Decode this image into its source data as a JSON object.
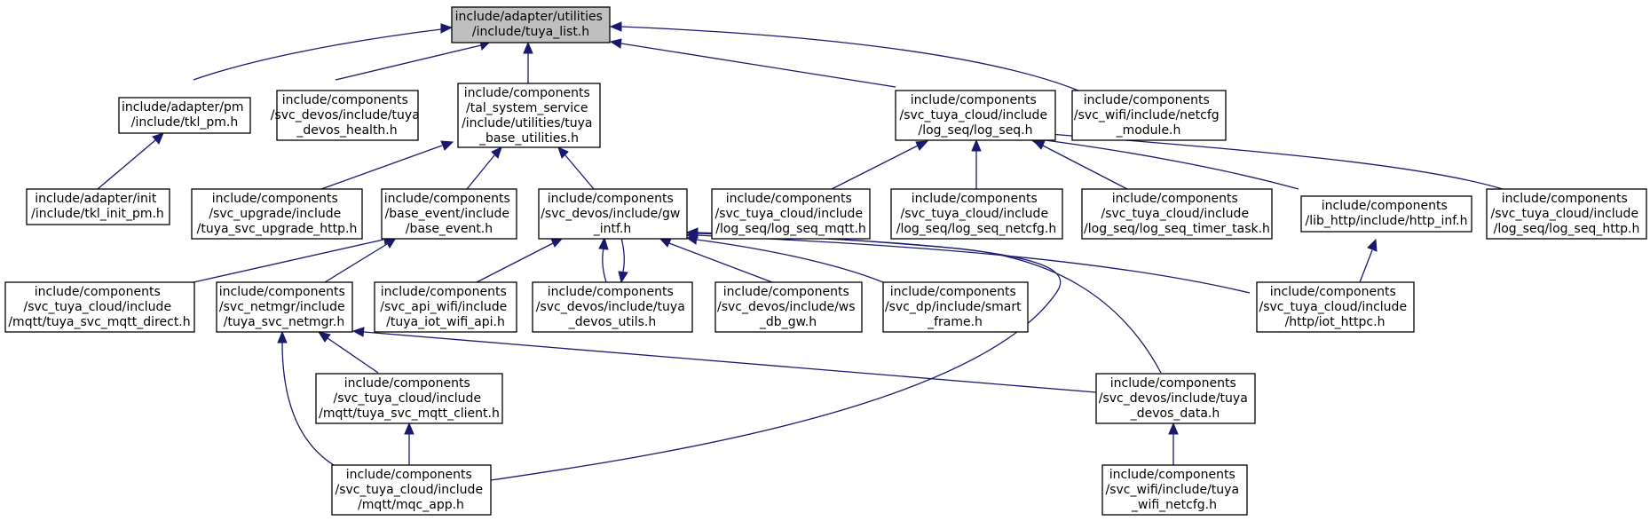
{
  "graph": {
    "nodes": [
      {
        "id": "n0",
        "lines": [
          "include/adapter/utilities",
          "/include/tuya_list.h"
        ]
      },
      {
        "id": "n1",
        "lines": [
          "include/adapter/pm",
          "/include/tkl_pm.h"
        ]
      },
      {
        "id": "n2",
        "lines": [
          "include/components",
          "/svc_devos/include/tuya",
          "_devos_health.h"
        ]
      },
      {
        "id": "n3",
        "lines": [
          "include/components",
          "/tal_system_service",
          "/include/utilities/tuya",
          "_base_utilities.h"
        ]
      },
      {
        "id": "n4",
        "lines": [
          "include/components",
          "/svc_tuya_cloud/include",
          "/log_seq/log_seq.h"
        ]
      },
      {
        "id": "n5",
        "lines": [
          "include/components",
          "/svc_wifi/include/netcfg",
          "_module.h"
        ]
      },
      {
        "id": "n6",
        "lines": [
          "include/adapter/init",
          "/include/tkl_init_pm.h"
        ]
      },
      {
        "id": "n7",
        "lines": [
          "include/components",
          "/svc_upgrade/include",
          "/tuya_svc_upgrade_http.h"
        ]
      },
      {
        "id": "n8",
        "lines": [
          "include/components",
          "/base_event/include",
          "/base_event.h"
        ]
      },
      {
        "id": "n9",
        "lines": [
          "include/components",
          "/svc_devos/include/gw",
          "_intf.h"
        ]
      },
      {
        "id": "n10",
        "lines": [
          "include/components",
          "/svc_tuya_cloud/include",
          "/log_seq/log_seq_mqtt.h"
        ]
      },
      {
        "id": "n11",
        "lines": [
          "include/components",
          "/svc_tuya_cloud/include",
          "/log_seq/log_seq_netcfg.h"
        ]
      },
      {
        "id": "n12",
        "lines": [
          "include/components",
          "/svc_tuya_cloud/include",
          "/log_seq/log_seq_timer_task.h"
        ]
      },
      {
        "id": "n13",
        "lines": [
          "include/components",
          "/lib_http/include/http_inf.h"
        ]
      },
      {
        "id": "n14",
        "lines": [
          "include/components",
          "/svc_tuya_cloud/include",
          "/log_seq/log_seq_http.h"
        ]
      },
      {
        "id": "n15",
        "lines": [
          "include/components",
          "/svc_tuya_cloud/include",
          "/mqtt/tuya_svc_mqtt_direct.h"
        ]
      },
      {
        "id": "n16",
        "lines": [
          "include/components",
          "/svc_netmgr/include",
          "/tuya_svc_netmgr.h"
        ]
      },
      {
        "id": "n17",
        "lines": [
          "include/components",
          "/svc_api_wifi/include",
          "/tuya_iot_wifi_api.h"
        ]
      },
      {
        "id": "n18",
        "lines": [
          "include/components",
          "/svc_devos/include/tuya",
          "_devos_utils.h"
        ]
      },
      {
        "id": "n19",
        "lines": [
          "include/components",
          "/svc_devos/include/ws",
          "_db_gw.h"
        ]
      },
      {
        "id": "n20",
        "lines": [
          "include/components",
          "/svc_dp/include/smart",
          "_frame.h"
        ]
      },
      {
        "id": "n21",
        "lines": [
          "include/components",
          "/svc_tuya_cloud/include",
          "/http/iot_httpc.h"
        ]
      },
      {
        "id": "n22",
        "lines": [
          "include/components",
          "/svc_tuya_cloud/include",
          "/mqtt/tuya_svc_mqtt_client.h"
        ]
      },
      {
        "id": "n23",
        "lines": [
          "include/components",
          "/svc_devos/include/tuya",
          "_devos_data.h"
        ]
      },
      {
        "id": "n24",
        "lines": [
          "include/components",
          "/svc_tuya_cloud/include",
          "/mqtt/mqc_app.h"
        ]
      },
      {
        "id": "n25",
        "lines": [
          "include/components",
          "/svc_wifi/include/tuya",
          "_wifi_netcfg.h"
        ]
      }
    ]
  }
}
